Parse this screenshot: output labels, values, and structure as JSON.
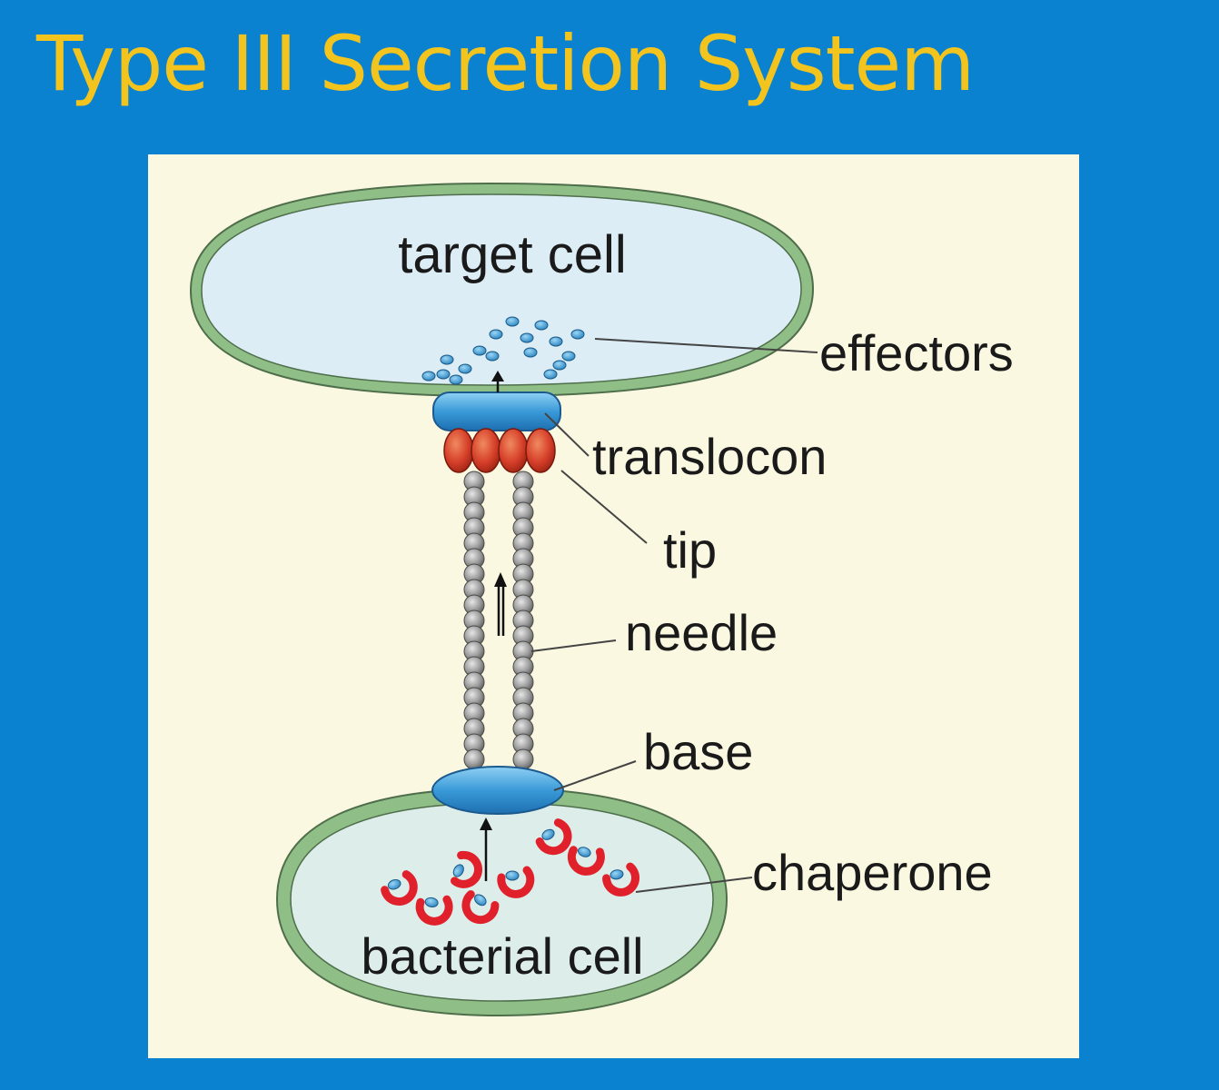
{
  "title": "Type III Secretion System",
  "labels": {
    "target_cell": "target cell",
    "effectors": "effectors",
    "translocon": "translocon",
    "tip": "tip",
    "needle": "needle",
    "base": "base",
    "chaperone": "chaperone",
    "bacterial_cell": "bacterial cell"
  },
  "colors": {
    "background": "#0a82d0",
    "title": "#f4c41e",
    "panel": "#fbf8e2",
    "membrane": "#8fbf86",
    "target_fill": "#dcedf6",
    "bacterial_fill": "#dcedea",
    "base_blue": "#3a9ad8",
    "tip_red": "#d6402a",
    "needle_grey": "#9a9a9a",
    "chaperone_red": "#e0202a",
    "effector_blue": "#3aa0d8"
  }
}
